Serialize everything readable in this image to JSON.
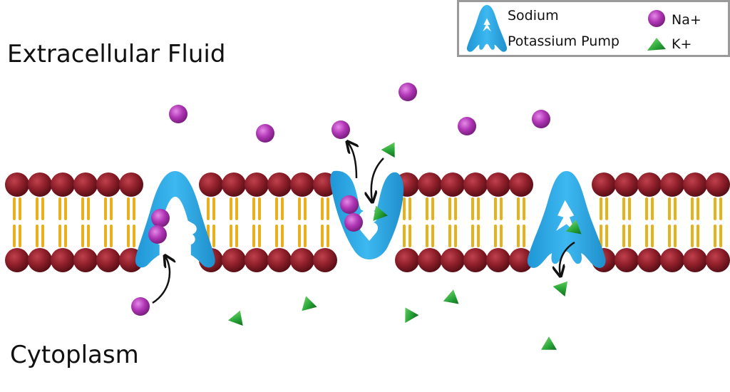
{
  "labels": {
    "extracellular": "Extracellular Fluid",
    "cytoplasm": "Cytoplasm"
  },
  "legend": {
    "pump_line1": "Sodium",
    "pump_line2": "Potassium Pump",
    "na": "Na+",
    "k": "K+"
  },
  "colors": {
    "pump": "#29a9e6",
    "sodium": "#b036b5",
    "potassium": "#29a839",
    "phospholipid_head": "#8e1f2a",
    "lipid_tail": "#e8b11c",
    "legend_border": "#9a9a9a",
    "arrow": "#111111"
  },
  "icons": {
    "pump": "sodium-potassium-pump-icon",
    "sodium": "sodium-ion-sphere-icon",
    "potassium": "potassium-ion-triangle-icon"
  }
}
